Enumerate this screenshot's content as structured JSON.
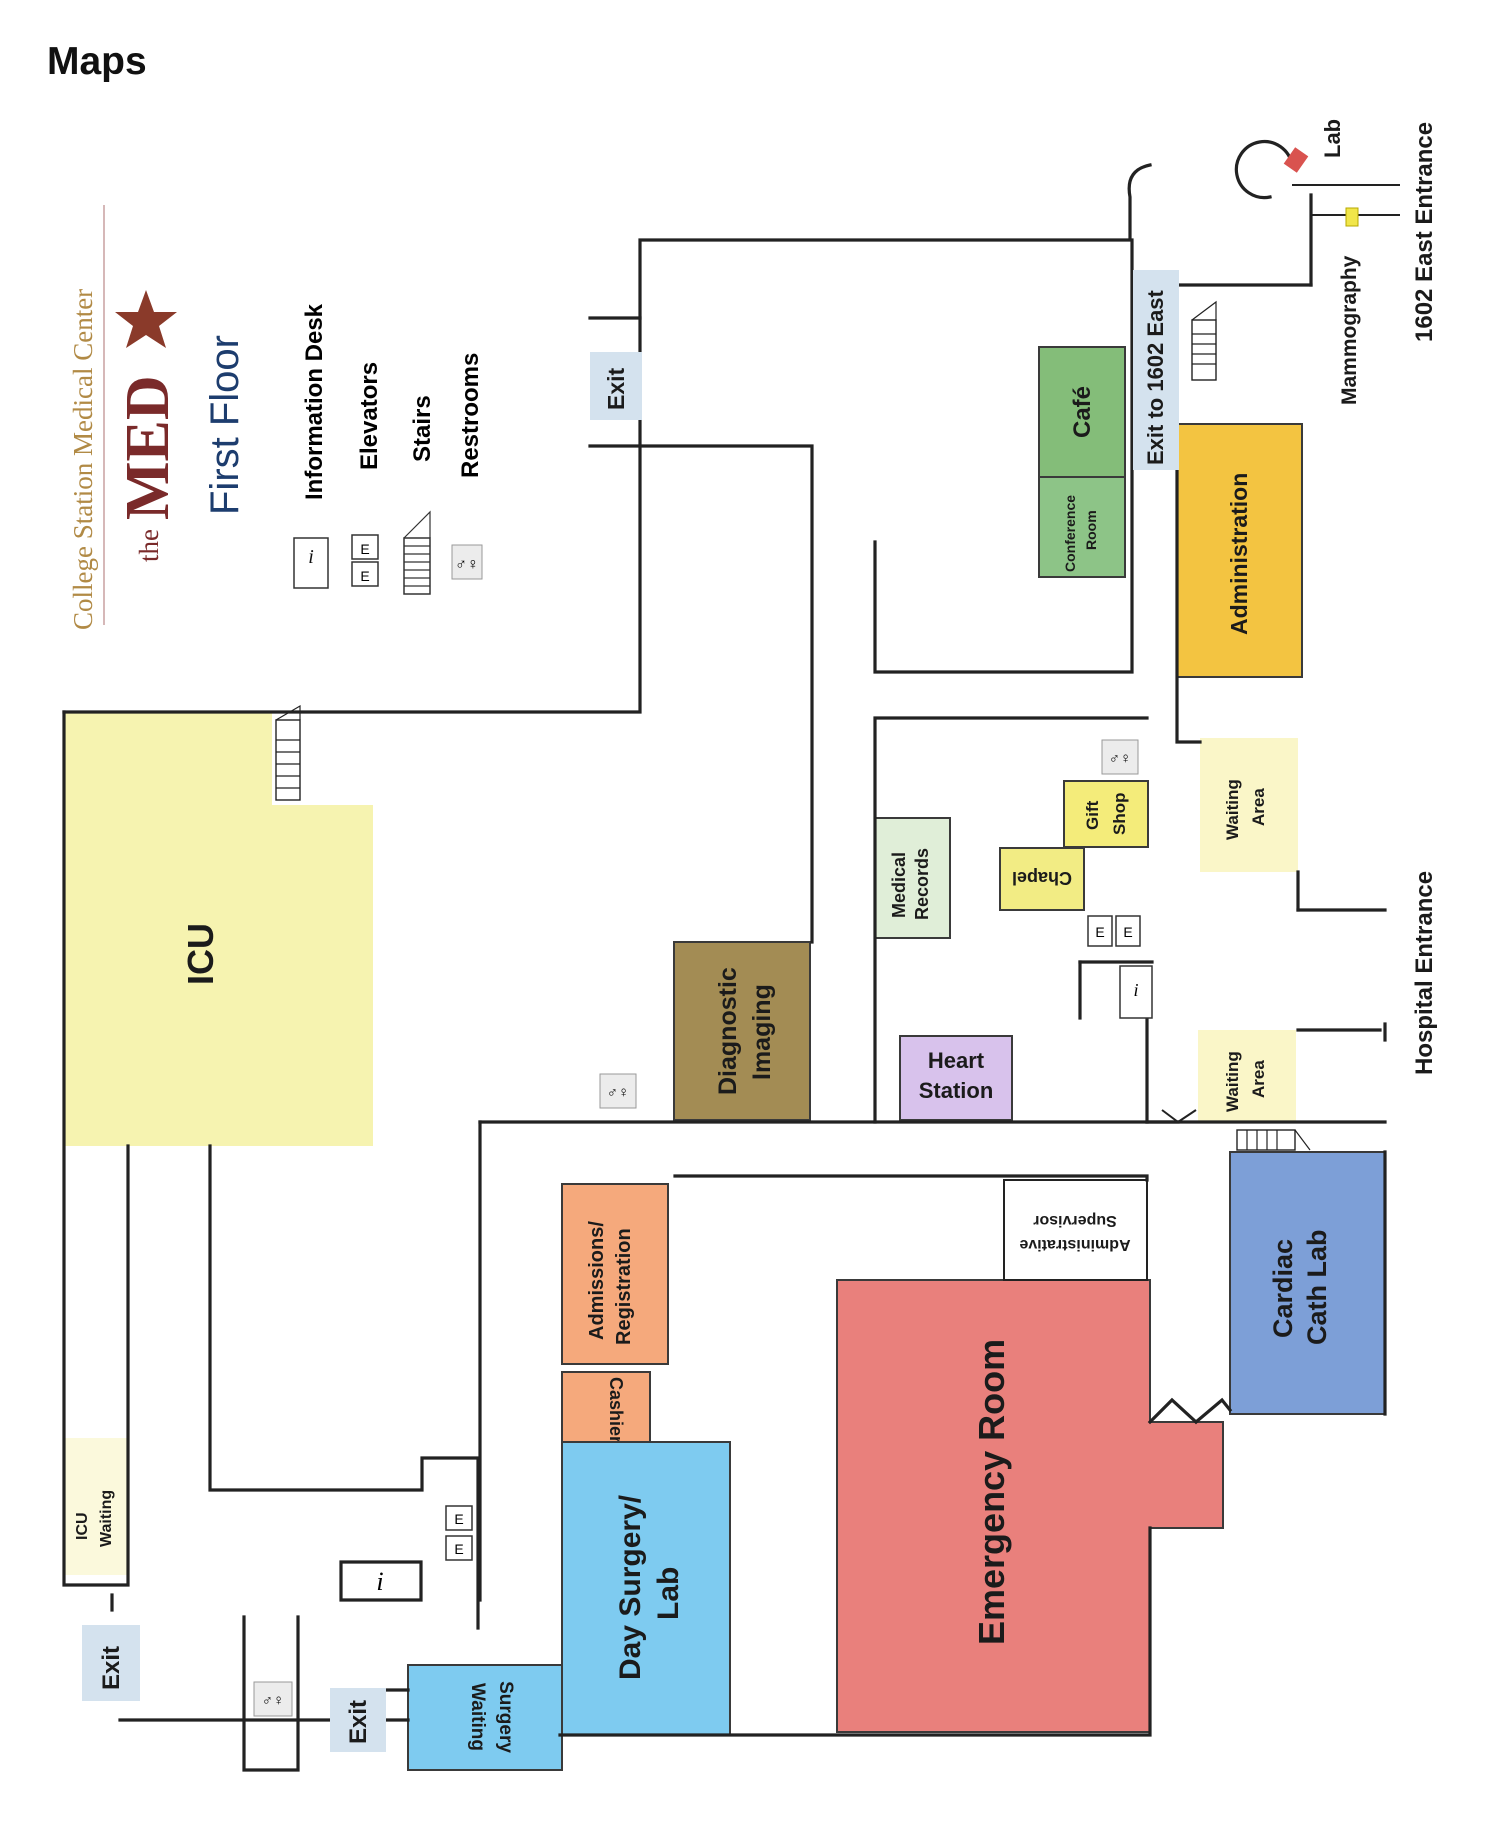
{
  "page": {
    "title": "Maps"
  },
  "map": {
    "hospital_name": "College Station Medical Center",
    "logo_prefix": "the",
    "logo_main": "MED",
    "floor": "First Floor",
    "legend": [
      {
        "label": "Information Desk",
        "icon": "info-icon"
      },
      {
        "label": "Elevators",
        "icon": "elevator-icon"
      },
      {
        "label": "Stairs",
        "icon": "stairs-icon"
      },
      {
        "label": "Restrooms",
        "icon": "restroom-icon"
      }
    ],
    "rooms": {
      "icu": "ICU",
      "icu_waiting": [
        "ICU",
        "Waiting"
      ],
      "diagnostic_imaging": [
        "Diagnostic",
        "Imaging"
      ],
      "heart_station": [
        "Heart",
        "Station"
      ],
      "medical_records": [
        "Medical",
        "Records"
      ],
      "chapel": "Chapel",
      "gift_shop": [
        "Gift",
        "Shop"
      ],
      "waiting_area": [
        "Waiting",
        "Area"
      ],
      "administration": "Administration",
      "conference_room": [
        "Conference",
        "Room"
      ],
      "cafe": "Café",
      "admissions": [
        "Admissions/",
        "Registration"
      ],
      "cashier": "Cashier",
      "day_surgery": [
        "Day Surgery/",
        "Lab"
      ],
      "surgery_waiting": [
        "Surgery",
        "Waiting"
      ],
      "emergency_room": "Emergency Room",
      "admin_supervisor": [
        "Administrative",
        "Supervisor"
      ],
      "cardiac_cath_lab": [
        "Cardiac",
        "Cath Lab"
      ],
      "lab": "Lab",
      "mammography": "Mammography"
    },
    "labels": {
      "exit": "Exit",
      "exit_1602_east": "Exit to 1602 East",
      "entrance_1602_east": "1602 East Entrance",
      "hospital_entrance": "Hospital Entrance"
    },
    "colors": {
      "icu": "#f6f3b0",
      "diagnostic_imaging": "#a38c54",
      "heart_station": "#d8c2ec",
      "medical_records": "#e0eed8",
      "chapel": "#f2ec84",
      "gift_shop": "#f4ec7a",
      "waiting_area": "#faf6c8",
      "administration": "#f3c441",
      "conference_room": "#8dc487",
      "cafe": "#84bd79",
      "admissions": "#f5a97c",
      "cashier": "#f5a97c",
      "day_surgery": "#7ecbf0",
      "surgery_waiting": "#7ecbf0",
      "emergency_room": "#e9807c",
      "cardiac_cath_lab": "#7d9fd7",
      "exit_tag": "#d4e2ee",
      "lab_marker": "#d9534f",
      "mammography_marker": "#f1e64a",
      "logo_text": "#7a2a2a",
      "logo_star": "#8a3a2a",
      "college_text": "#b18a45",
      "entrance_text": "#1d3d6e"
    }
  }
}
